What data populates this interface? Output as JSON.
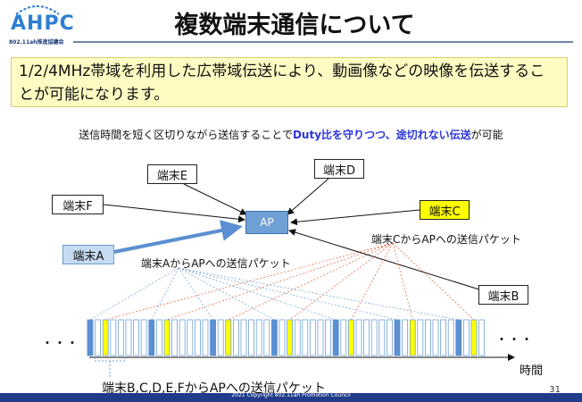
{
  "logo": {
    "text": "AHPC",
    "subtitle": "802.11ah推進協議会"
  },
  "title": "複数端末通信について",
  "intro": "1/2/4MHz帯域を利用した広帯域伝送により、動画像などの映像を伝送することが可能になります。",
  "summary": {
    "part1": "送信時間を短く区切りながら送信することで",
    "em1": "Duty比を守りつつ、途切れない伝送",
    "part2": "が可能"
  },
  "nodes": {
    "ap": "AP",
    "a": "端末A",
    "b": "端末B",
    "c": "端末C",
    "d": "端末D",
    "e": "端末E",
    "f": "端末F"
  },
  "labels": {
    "a_packet": "端末AからAPへの送信パケット",
    "c_packet": "端末CからAPへの送信パケット",
    "others_packet": "端末B,C,D,E,FからAPへの送信パケット",
    "time": "時間",
    "ellipsis_left": "・・・",
    "ellipsis_right": "・・・"
  },
  "colors": {
    "terminal_a": "#5b8fd1",
    "terminal_c": "#ffff00",
    "ap": "#6fa0d6",
    "title_rule": "#6e86a8",
    "callout_bg": "#fffbc2",
    "emphasis": "#2b35d8",
    "footer": "#1f3b8a"
  },
  "footer": "2021 Copyright 802.11ah Promotion Council",
  "page_number": "31"
}
